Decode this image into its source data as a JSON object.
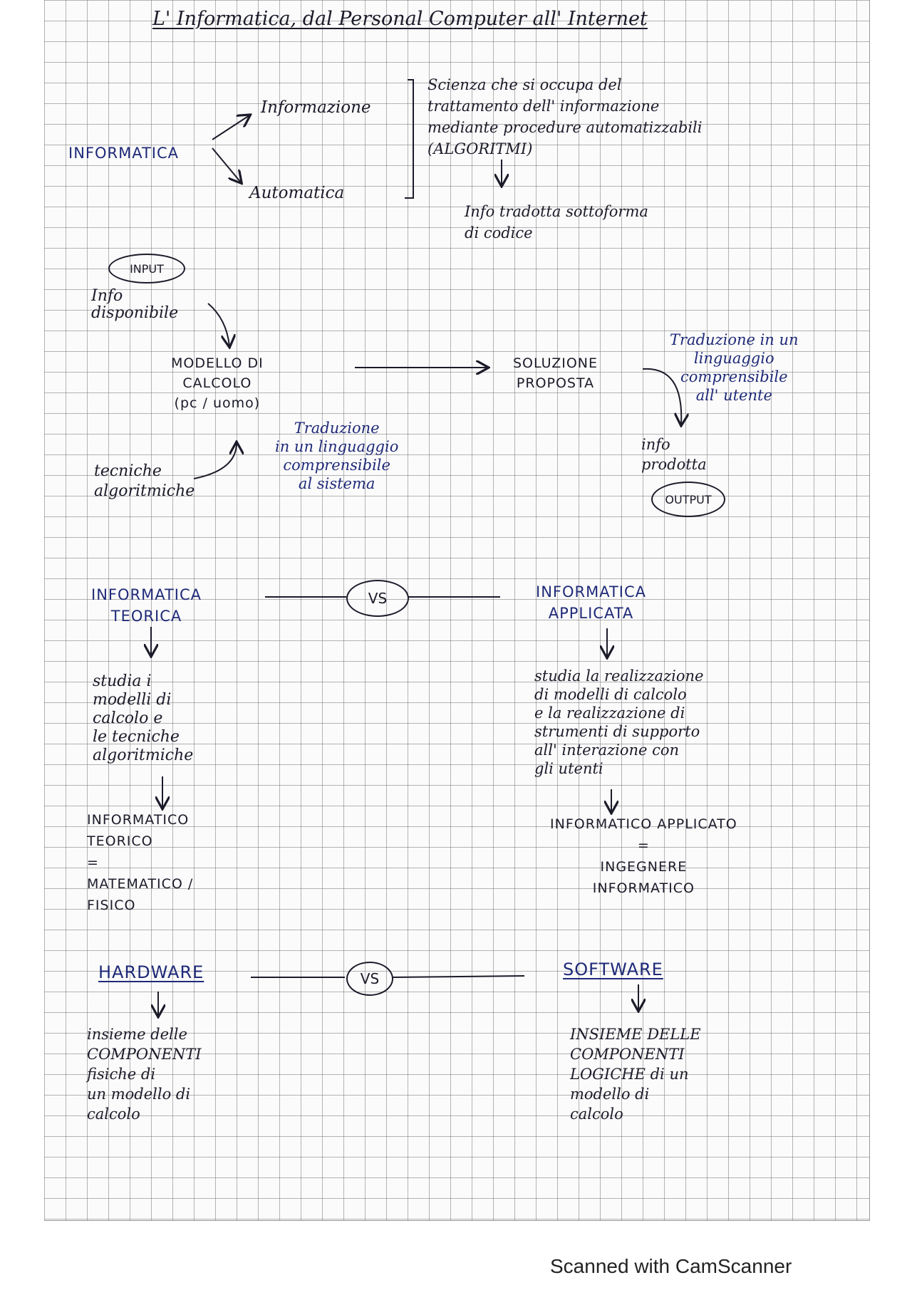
{
  "title": "L' Informatica, dal Personal Computer all' Internet",
  "top": {
    "informatica": "INFORMATICA",
    "informazione": "Informazione",
    "automatica": "Automatica",
    "definition": "Scienza che si occupa del\ntrattamento dell' informazione\nmediante procedure automatizzabili\n(ALGORITMI)",
    "result": "Info tradotta sottoforma\ndi codice"
  },
  "flow": {
    "input_badge": "INPUT",
    "info_disponibile": "Info\ndisponibile",
    "modello_calcolo": "MODELLO DI\nCALCOLO\n(pc / uomo)",
    "tecniche": "tecniche\nalgoritmiche",
    "traduzione_sistema": "Traduzione\nin un linguaggio\ncomprensibile\nal sistema",
    "soluzione": "SOLUZIONE\nPROPOSTA",
    "traduzione_utente": "Traduzione in un\nlinguaggio\ncomprensibile\nall' utente",
    "info_prodotta": "info\nprodotta",
    "output_badge": "OUTPUT"
  },
  "compare1": {
    "vs": "VS",
    "left_title": "INFORMATICA\nTEORICA",
    "left_desc": "studia i\nmodelli di\ncalcolo e\nle tecniche\nalgoritmiche",
    "left_role": "INFORMATICO\nTEORICO\n=\nMATEMATICO /\nFISICO",
    "right_title": "INFORMATICA\nAPPLICATA",
    "right_desc": "studia la realizzazione\ndi modelli di calcolo\ne la realizzazione di\nstrumenti di supporto\nall' interazione con\ngli utenti",
    "right_role": "INFORMATICO APPLICATO\n=\nINGEGNERE\nINFORMATICO"
  },
  "compare2": {
    "vs": "VS",
    "left_title": "HARDWARE",
    "left_desc": "insieme delle\nCOMPONENTI\nfisiche di\nun modello di\ncalcolo",
    "right_title": "SOFTWARE",
    "right_desc": "INSIEME DELLE\nCOMPONENTI\nLOGICHE di un\nmodello di\ncalcolo"
  },
  "footer": "Scanned with CamScanner"
}
